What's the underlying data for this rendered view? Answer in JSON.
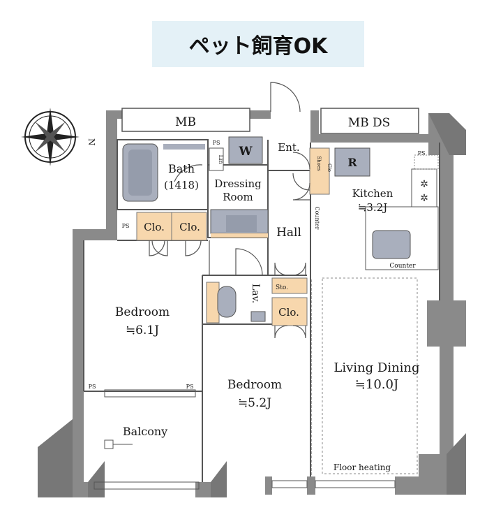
{
  "banner": {
    "text": "ペット飼育OK"
  },
  "compass": {
    "north_label": "N"
  },
  "rooms": {
    "mb": "MB",
    "mb_ds": "MB DS",
    "ps": "PS",
    "w": "W",
    "ent": "Ent.",
    "r": "R",
    "bath": "Bath",
    "bath_size": "(1418)",
    "lin": "Lin",
    "dressing_line1": "Dressing",
    "dressing_line2": "Room",
    "shoes_clo_line1": "Shoes",
    "shoes_clo_line2": "Clo",
    "counter_vertical": "Counter",
    "kitchen": "Kitchen",
    "kitchen_size": "≒3.2J",
    "clo": "Clo.",
    "hall": "Hall",
    "counter": "Counter",
    "sto": "Sto.",
    "lav": "Lav.",
    "bedroom1": "Bedroom",
    "bedroom1_size": "≒6.1J",
    "living_dining": "Living Dining",
    "living_dining_size": "≒10.0J",
    "bedroom2": "Bedroom",
    "bedroom2_size": "≒5.2J",
    "balcony": "Balcony",
    "floor_heating": "Floor heating"
  },
  "colors": {
    "wall": "#8a8a8a",
    "storage": "#f7d7ad",
    "fixture": "#a9afbd",
    "banner_bg": "#e4f1f7"
  }
}
